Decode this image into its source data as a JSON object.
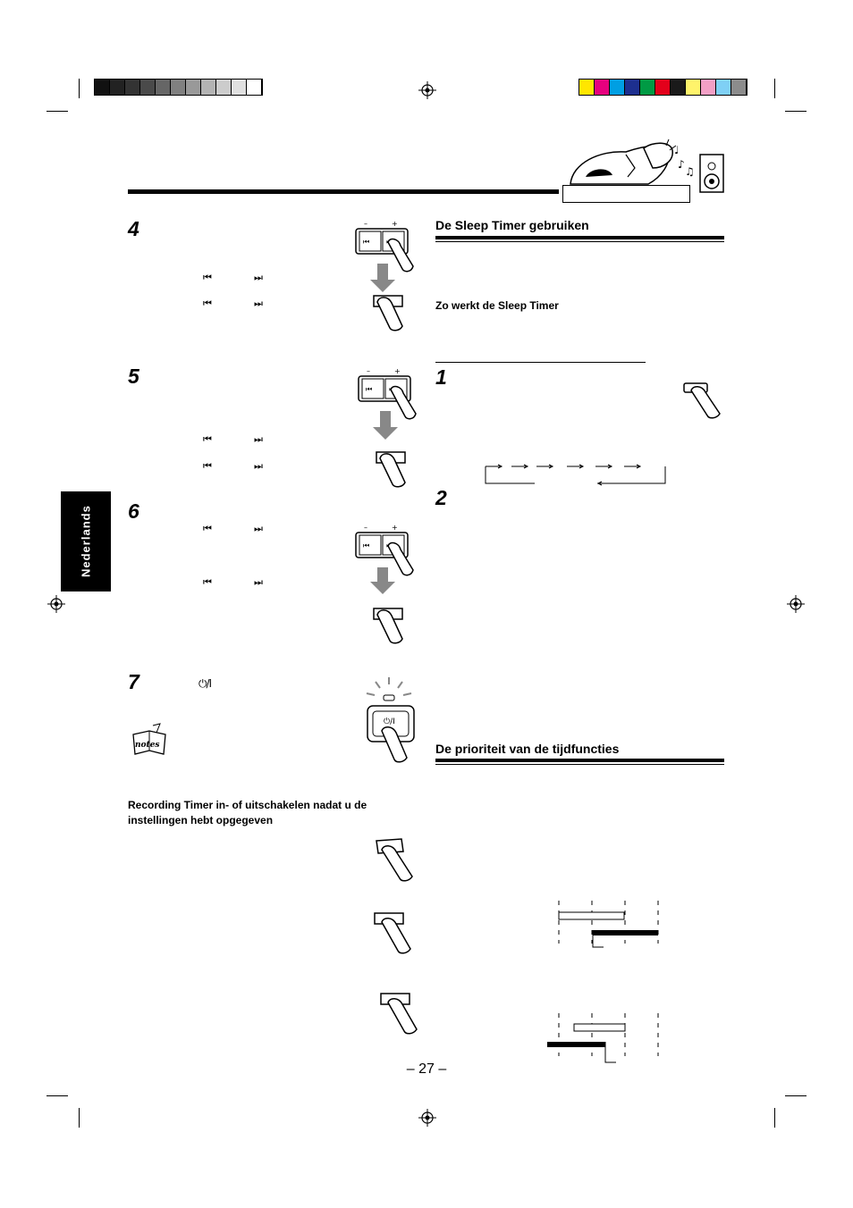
{
  "page": {
    "page_number": "– 27 –",
    "side_tab_label": "Nederlands"
  },
  "colors": {
    "gray_scale": [
      "#111111",
      "#222222",
      "#333333",
      "#4a4a4a",
      "#666666",
      "#808080",
      "#999999",
      "#b3b3b3",
      "#cccccc",
      "#e0e0e0",
      "#ffffff"
    ],
    "color_scale": [
      "#ffe600",
      "#e6007e",
      "#009fe3",
      "#1d2f8f",
      "#009a44",
      "#e3001b",
      "#1a1a1a",
      "#fff36b",
      "#f29fc5",
      "#7fd0f5",
      "#8c8c8c"
    ]
  },
  "left_column": {
    "steps": [
      {
        "number": "4",
        "skip_rows": [
          [
            "⏮",
            "⏭"
          ],
          [
            "⏮",
            "⏭"
          ]
        ]
      },
      {
        "number": "5",
        "skip_rows": [
          [
            "⏮",
            "⏭"
          ],
          [
            "⏮",
            "⏭"
          ]
        ]
      },
      {
        "number": "6",
        "skip_rows": [
          [
            "⏮",
            "⏭"
          ],
          [
            "⏮",
            "⏭"
          ]
        ]
      },
      {
        "number": "7",
        "power_symbol": "⏻/I"
      }
    ],
    "notes_label": "notes",
    "recording_heading": "Recording Timer in- of uitschakelen nadat u de instellingen hebt opgegeven"
  },
  "right_column": {
    "sleep_heading": "De Sleep Timer gebruiken",
    "sleep_subheading": "Zo werkt de Sleep Timer",
    "steps": [
      {
        "number": "1"
      },
      {
        "number": "2"
      }
    ],
    "priority_heading": "De prioriteit van de tijdfuncties"
  },
  "icons": {
    "skip_back": "skip-back-icon",
    "skip_forward": "skip-forward-icon",
    "power": "power-icon",
    "finger": "finger-press-icon",
    "arrow": "down-arrow-icon"
  }
}
